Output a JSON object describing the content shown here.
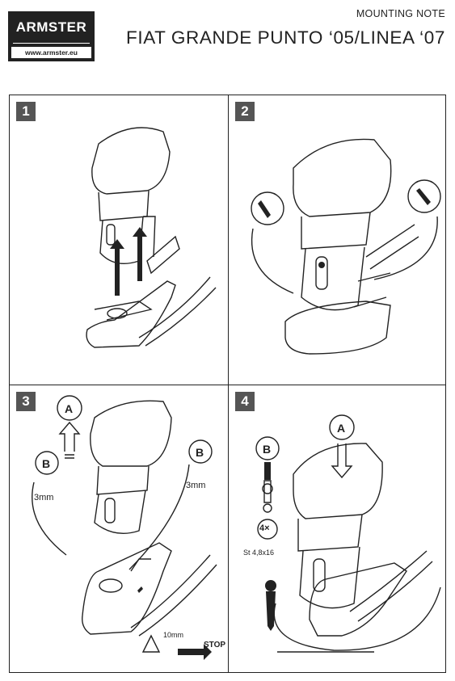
{
  "header": {
    "brand": "ARMSTER",
    "website": "www.armster.eu",
    "note": "MOUNTING NOTE",
    "title": "FIAT GRANDE PUNTO ‘05/LINEA ‘07"
  },
  "steps": [
    {
      "number": "1"
    },
    {
      "number": "2"
    },
    {
      "number": "3",
      "label_a": "A",
      "label_b": "B",
      "drill": "3mm",
      "gap": "10mm",
      "stop": "STOP"
    },
    {
      "number": "4",
      "label_a": "A",
      "label_b": "B",
      "count": "4×",
      "screw": "St 4,8x16"
    }
  ]
}
